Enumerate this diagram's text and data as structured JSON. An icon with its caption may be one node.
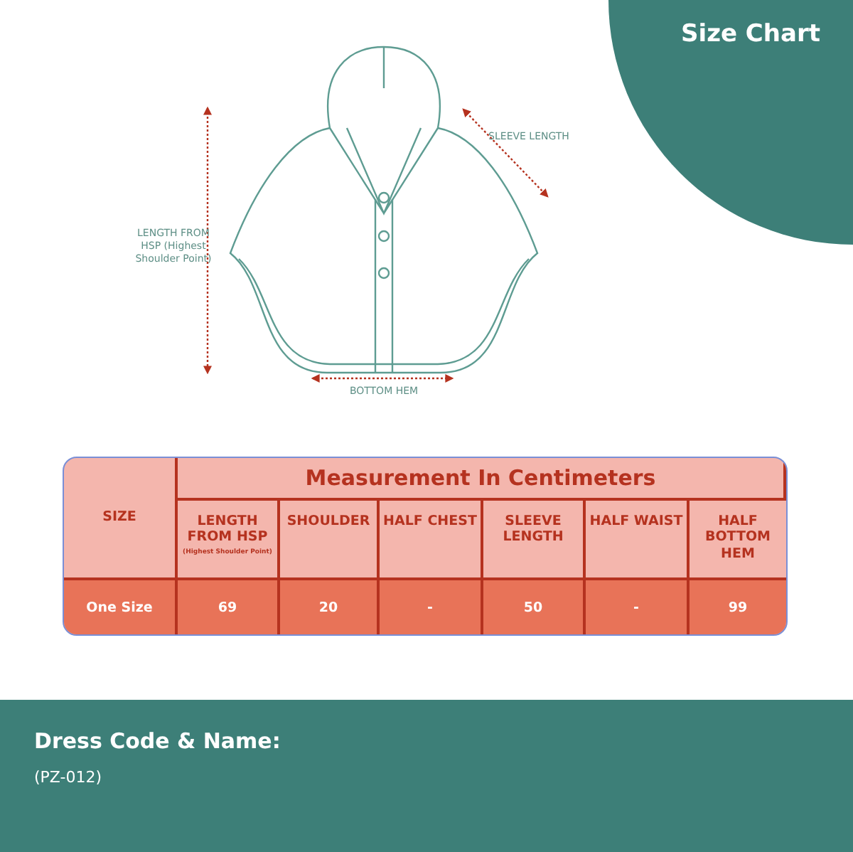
{
  "diagram": {
    "title": "Size Chart",
    "labels": [
      "SLEEVE LENGTH",
      "LENGTH FROM HSP (Highest Shoulder Point)",
      "BOTTOM HEM",
      "SIZE",
      "Measurement In Centimeters",
      "LENGTH FROM HSP",
      "(Highest Shoulder Point)",
      "SHOULDER",
      "HALF CHEST",
      "SLEEVE LENGTH",
      "HALF WAIST",
      "HALF BOTTOM HEM",
      "One Size",
      "69",
      "20",
      "-",
      "50",
      "-",
      "99",
      "Dress Code & Name:",
      "(PZ-012)"
    ]
  }
}
